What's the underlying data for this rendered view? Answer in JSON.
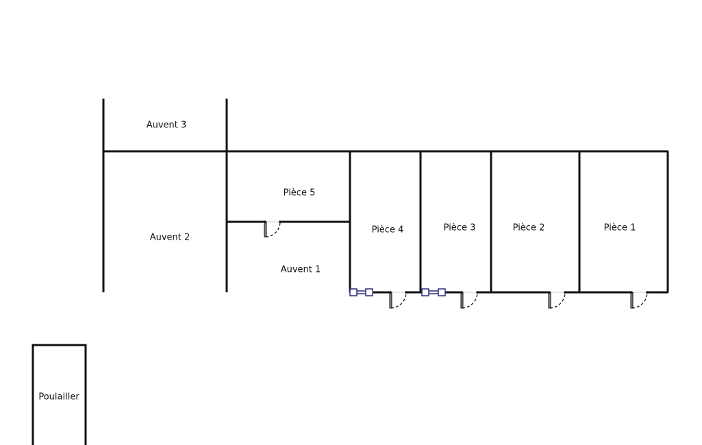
{
  "rooms": [
    {
      "id": "auvent-3",
      "label": "Auvent 3"
    },
    {
      "id": "auvent-2",
      "label": "Auvent 2"
    },
    {
      "id": "piece-5",
      "label": "Pièce 5"
    },
    {
      "id": "auvent-1",
      "label": "Auvent 1"
    },
    {
      "id": "piece-4",
      "label": "Pièce 4"
    },
    {
      "id": "piece-3",
      "label": "Pièce 3"
    },
    {
      "id": "piece-2",
      "label": "Pièce 2"
    },
    {
      "id": "piece-1",
      "label": "Pièce 1"
    },
    {
      "id": "poulailler",
      "label": "Poulailler"
    }
  ],
  "colors": {
    "wall": "#111111",
    "window": "#2a2a7a",
    "door_opening": "#cccccc"
  }
}
